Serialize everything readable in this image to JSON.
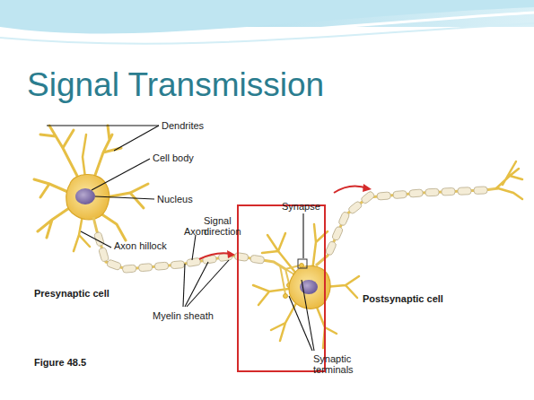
{
  "diagram": {
    "title": "Signal Transmission",
    "caption": "Figure 48.5",
    "labels": [
      "Dendrites",
      "Cell body",
      "Nucleus",
      "Synapse",
      "Axon",
      "Signal direction",
      "Axon hillock",
      "Presynaptic cell",
      "Postsynaptic cell",
      "Myelin sheath",
      "Synaptic terminals"
    ]
  }
}
